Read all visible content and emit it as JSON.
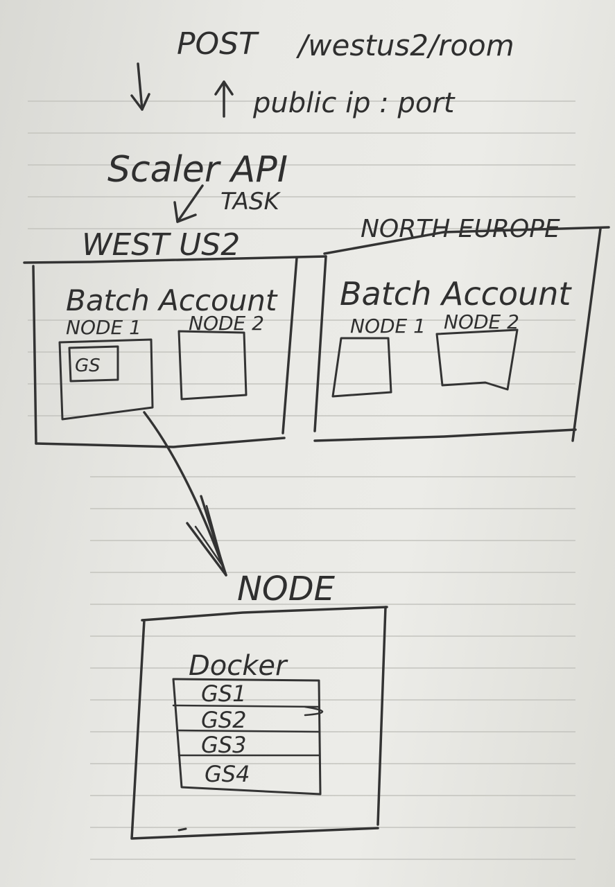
{
  "request": {
    "method": "POST",
    "path": "/westus2/room",
    "response": "public ip : port"
  },
  "service": {
    "name": "Scaler API",
    "task": "TASK"
  },
  "regions": [
    {
      "name": "WEST US2",
      "account": "Batch Account",
      "nodes": [
        "NODE 1",
        "NODE 2"
      ],
      "node1_content": "GS"
    },
    {
      "name": "NORTH EUROPE",
      "account": "Batch Account",
      "nodes": [
        "NODE 1",
        "NODE 2"
      ]
    }
  ],
  "node_detail": {
    "title": "NODE",
    "container": "Docker",
    "servers": [
      "GS1",
      "GS2",
      "GS3",
      "GS4"
    ]
  }
}
